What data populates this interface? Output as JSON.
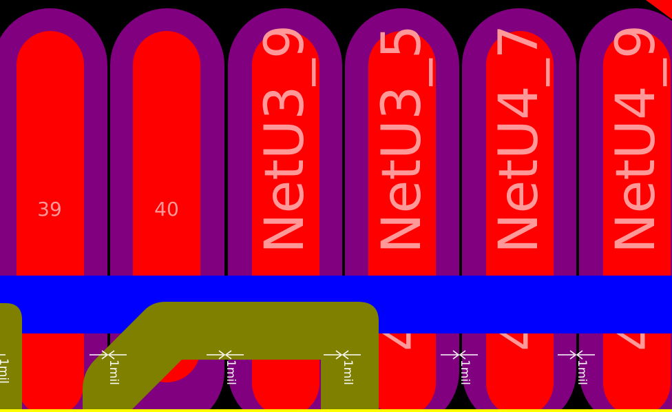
{
  "colors": {
    "background": "#000000",
    "solder_mask": "#800080",
    "top_copper": "#ff0000",
    "bottom_trace": "#0000ff",
    "track": "#808000",
    "label": "#ff9999",
    "dimension": "#ffffff",
    "board_edge": "#ffff00"
  },
  "pads": [
    {
      "id": "pad-39",
      "text": "39",
      "kind": "number"
    },
    {
      "id": "pad-40",
      "text": "40",
      "kind": "number"
    },
    {
      "id": "pad-netu3-9",
      "text": "NetU3_9",
      "kind": "net",
      "below": "4"
    },
    {
      "id": "pad-netu3-5",
      "text": "NetU3_5",
      "kind": "net",
      "below": "4"
    },
    {
      "id": "pad-netu4-7",
      "text": "NetU4_7",
      "kind": "net",
      "below": "4"
    },
    {
      "id": "pad-netu4-9",
      "text": "NetU4_9",
      "kind": "net",
      "below": "4"
    }
  ],
  "clearance_markers": [
    {
      "id": "dim-1",
      "text": "1mil"
    },
    {
      "id": "dim-2",
      "text": "1mil"
    },
    {
      "id": "dim-3",
      "text": "1mil"
    },
    {
      "id": "dim-4",
      "text": "1mil"
    },
    {
      "id": "dim-5",
      "text": "1mil"
    },
    {
      "id": "dim-6",
      "text": "1mil"
    }
  ]
}
